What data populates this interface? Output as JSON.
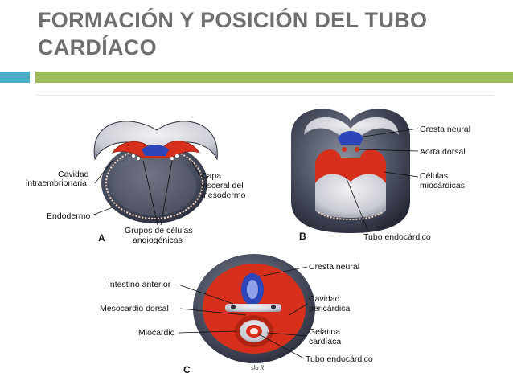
{
  "slide": {
    "title": "FORMACIÓN Y POSICIÓN DEL TUBO CARDÍACO",
    "accent_colors": {
      "teal": "#4bacc6",
      "green": "#9bbb59",
      "title": "#6f6f6f"
    }
  },
  "figure": {
    "panel_a": {
      "letter": "A",
      "labels": {
        "cavidad_1": "Cavidad",
        "cavidad_2": "intraembrionaria",
        "capa_1": "Capa",
        "capa_2": "visceral del",
        "capa_3": "mesodermo",
        "endodermo": "Endodermo",
        "grupos_1": "Grupos de células",
        "grupos_2": "angiogénicas"
      }
    },
    "panel_b": {
      "letter": "B",
      "labels": {
        "cresta": "Cresta neural",
        "aorta": "Aorta dorsal",
        "celulas_1": "Células",
        "celulas_2": "miocárdicas",
        "tubo": "Tubo endocárdico"
      }
    },
    "panel_c": {
      "letter": "C",
      "labels": {
        "cresta": "Cresta neural",
        "intestino": "Intestino anterior",
        "cavidad_1": "Cavidad",
        "cavidad_2": "pericárdica",
        "mesocardio": "Mesocardio dorsal",
        "miocardio": "Miocardio",
        "gelatina_1": "Gelatina",
        "gelatina_2": "cardíaca",
        "tubo": "Tubo endocárdico"
      }
    },
    "signature": "sla R"
  }
}
